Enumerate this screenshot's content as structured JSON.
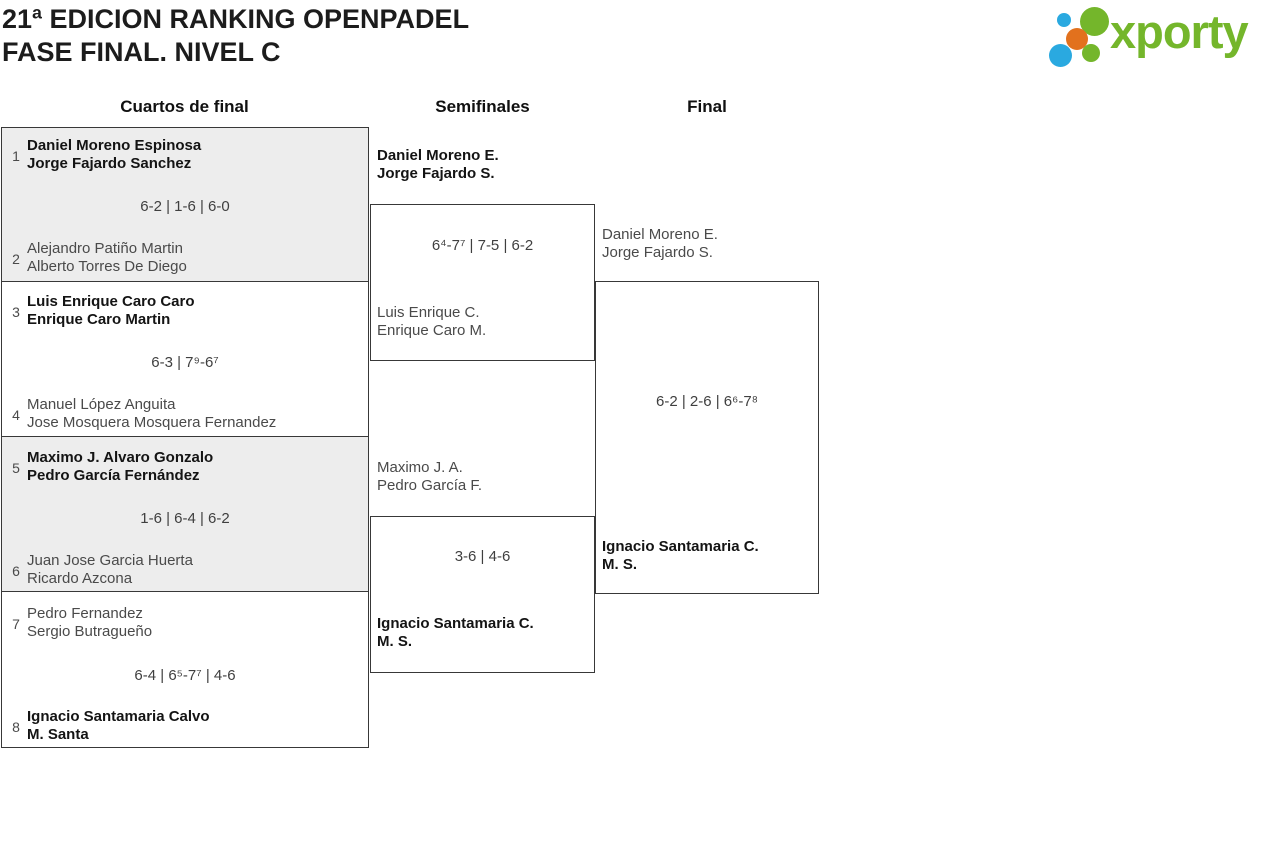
{
  "header": {
    "title_line1": "21ª EDICION RANKING OPENPADEL",
    "title_line2": "FASE FINAL. NIVEL C",
    "logo_text": "xporty"
  },
  "round_headers": {
    "quarterfinals": "Cuartos de final",
    "semifinals": "Semifinales",
    "final": "Final"
  },
  "colors": {
    "brand_green": "#74b62b",
    "brand_blue": "#2aa9e0",
    "brand_orange": "#e2711d",
    "box_fill_gray": "#ededed",
    "border": "#383838",
    "winner_text": "#141414",
    "regular_text": "#4a4a4a"
  },
  "bracket": {
    "quarterfinals": [
      {
        "seed_top": "1",
        "team_top": {
          "line1": "Daniel Moreno Espinosa",
          "line2": "Jorge Fajardo Sanchez",
          "winner": true
        },
        "score": "6-2 | 1-6 | 6-0",
        "seed_bottom": "2",
        "team_bottom": {
          "line1": "Alejandro Patiño Martin",
          "line2": "Alberto Torres De Diego",
          "winner": false
        }
      },
      {
        "seed_top": "3",
        "team_top": {
          "line1": "Luis Enrique Caro Caro",
          "line2": "Enrique Caro Martin",
          "winner": true
        },
        "score": "6-3 | 7⁹-6⁷",
        "seed_bottom": "4",
        "team_bottom": {
          "line1": "Manuel López Anguita",
          "line2": "Jose Mosquera Mosquera Fernandez",
          "winner": false
        }
      },
      {
        "seed_top": "5",
        "team_top": {
          "line1": "Maximo J. Alvaro Gonzalo",
          "line2": "Pedro García Fernández",
          "winner": true
        },
        "score": "1-6 | 6-4 | 6-2",
        "seed_bottom": "6",
        "team_bottom": {
          "line1": "Juan Jose Garcia Huerta",
          "line2": "Ricardo Azcona",
          "winner": false
        }
      },
      {
        "seed_top": "7",
        "team_top": {
          "line1": "Pedro Fernandez",
          "line2": "Sergio Butragueño",
          "winner": false
        },
        "score": "6-4 | 6⁵-7⁷ | 4-6",
        "seed_bottom": "8",
        "team_bottom": {
          "line1": "Ignacio Santamaria Calvo",
          "line2": "M. Santa",
          "winner": true
        }
      }
    ],
    "semifinals": [
      {
        "team_top": {
          "line1": "Daniel Moreno E.",
          "line2": "Jorge Fajardo S.",
          "winner": true
        },
        "score": "6⁴-7⁷ | 7-5 | 6-2",
        "team_bottom": {
          "line1": "Luis Enrique C.",
          "line2": "Enrique Caro M.",
          "winner": false
        }
      },
      {
        "team_top": {
          "line1": "Maximo J. A.",
          "line2": "Pedro García F.",
          "winner": false
        },
        "score": "3-6 | 4-6",
        "team_bottom": {
          "line1": "Ignacio Santamaria C.",
          "line2": "M. S.",
          "winner": true
        }
      }
    ],
    "final": {
      "team_top": {
        "line1": "Daniel Moreno E.",
        "line2": "Jorge Fajardo S.",
        "winner": false
      },
      "score": "6-2 | 2-6 | 6⁶-7⁸",
      "team_bottom": {
        "line1": "Ignacio Santamaria C.",
        "line2": "M. S.",
        "winner": true
      }
    }
  }
}
